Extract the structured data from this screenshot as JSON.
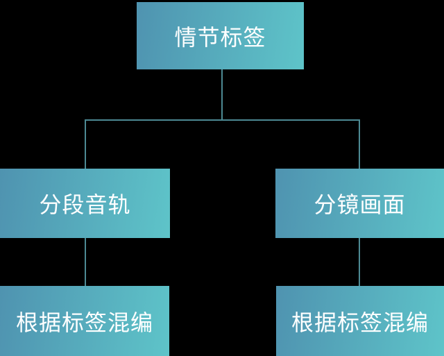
{
  "colors": {
    "background": "#000000",
    "node_gradient_start": "#4f93b0",
    "node_gradient_end": "#5ec4c9",
    "connector": "#4d8a94",
    "text": "#ffffff"
  },
  "flowchart": {
    "root": {
      "label": "情节标签"
    },
    "children": [
      {
        "label": "分段音轨",
        "child": {
          "label": "根据标签混编"
        }
      },
      {
        "label": "分镜画面",
        "child": {
          "label": "根据标签混编"
        }
      }
    ]
  }
}
